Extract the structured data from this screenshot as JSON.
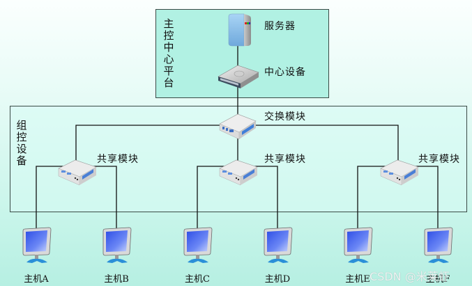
{
  "platform": {
    "title": "主控中心平台",
    "server_label": "服务器",
    "center_device_label": "中心设备"
  },
  "group": {
    "title": "组控设备",
    "exchange_label": "交换模块",
    "share_modules": [
      {
        "label": "共享模块"
      },
      {
        "label": "共享模块"
      },
      {
        "label": "共享模块"
      }
    ]
  },
  "hosts": [
    {
      "label": "主机A"
    },
    {
      "label": "主机B"
    },
    {
      "label": "主机C"
    },
    {
      "label": "主机D"
    },
    {
      "label": "主机E"
    },
    {
      "label": "主机F"
    }
  ],
  "watermark": "CSDN @米莱虾",
  "colors": {
    "platform_fill": "#b1f1e3",
    "line": "#111111",
    "monitor_screen": "#4a6cf0"
  }
}
